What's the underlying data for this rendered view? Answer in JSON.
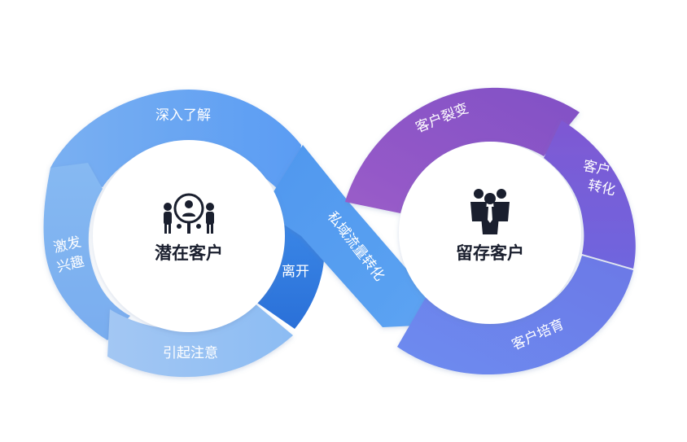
{
  "left_loop": {
    "center_label": "潜在客户",
    "segments": {
      "top": "深入了解",
      "left_line1": "激发",
      "left_line2": "兴趣",
      "bottom": "引起注意",
      "inner": "离开"
    }
  },
  "bridge_label": "私域流量转化",
  "right_loop": {
    "center_label": "留存客户",
    "segments": {
      "top": "客户裂变",
      "right_line1": "客户",
      "right_line2": "转化",
      "bottom": "客户培育"
    }
  },
  "icons": {
    "left_center": "people-target-icon",
    "right_center": "group-people-icon"
  },
  "colors": {
    "blue_light": "#7fb2f0",
    "blue_mid": "#5b9ef2",
    "blue_dark": "#2f78dd",
    "purple_top": "#8a55c9",
    "purple_right": "#7a56d2",
    "purple_bottom": "#6c7de8",
    "text_dark": "#1a1f2e"
  }
}
